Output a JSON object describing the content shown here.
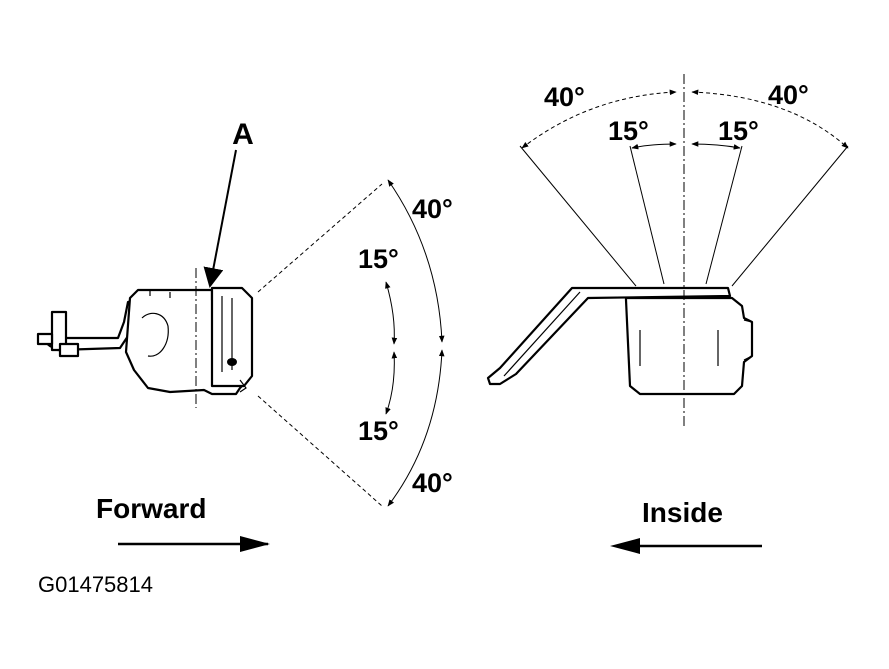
{
  "labels": {
    "callout_a": "A",
    "left_upper_outer": "40°",
    "left_upper_inner": "15°",
    "left_lower_inner": "15°",
    "left_lower_outer": "40°",
    "right_left_outer": "40°",
    "right_left_inner": "15°",
    "right_right_inner": "15°",
    "right_right_outer": "40°",
    "forward": "Forward",
    "inside": "Inside",
    "figure_code": "G01475814"
  },
  "colors": {
    "ink": "#000000",
    "paper": "#ffffff"
  }
}
